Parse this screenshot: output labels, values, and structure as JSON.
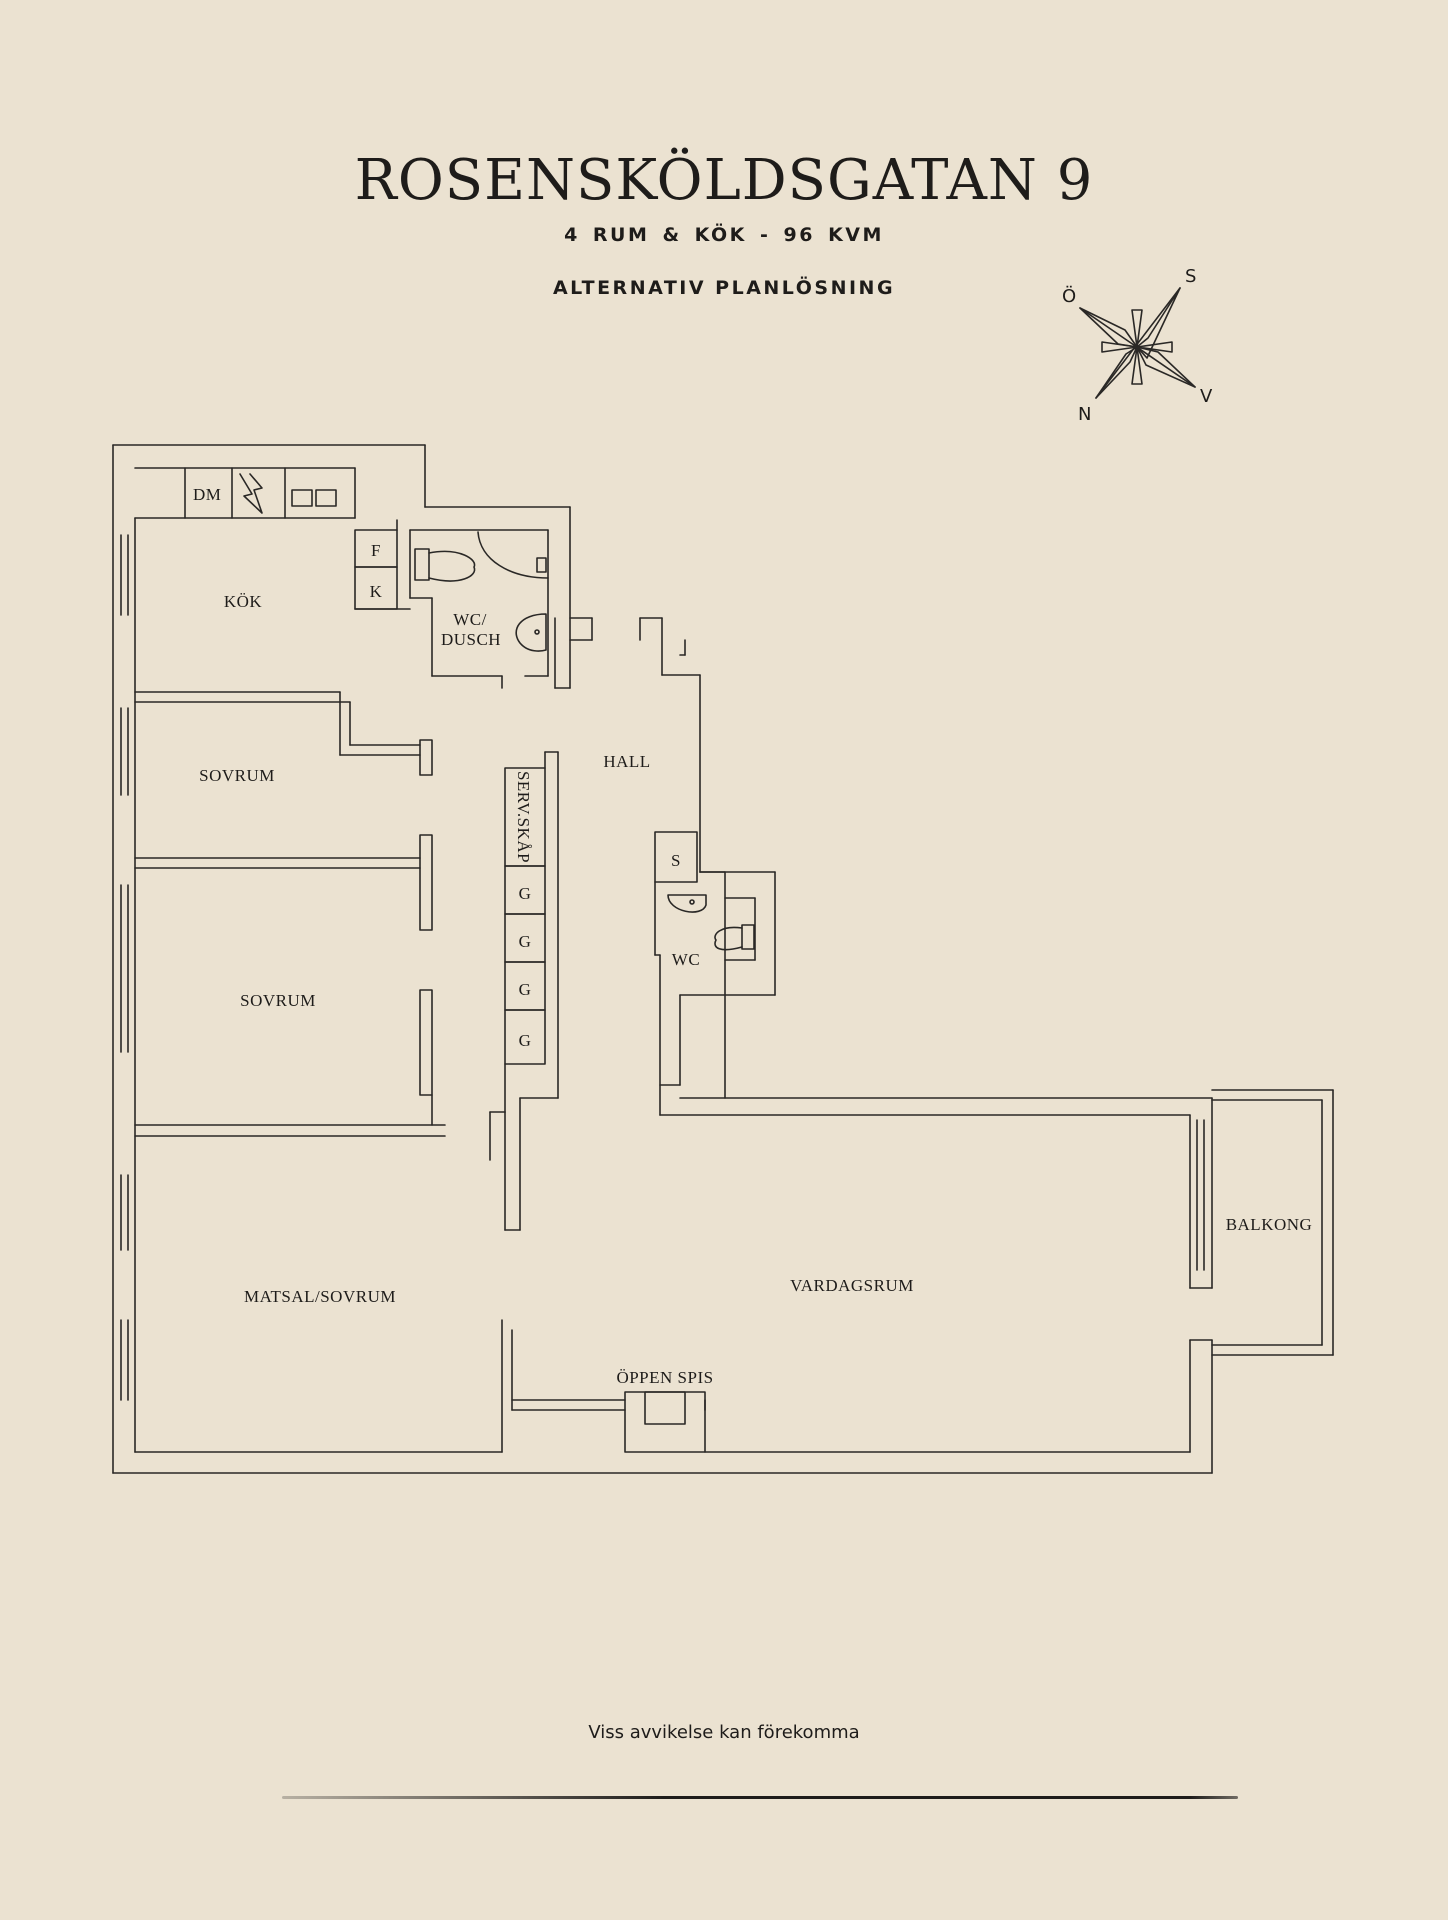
{
  "header": {
    "title": "ROSENSKÖLDSGATAN 9",
    "summary": "4 RUM & KÖK  -  96 KVM",
    "variant": "ALTERNATIV PLANLÖSNING"
  },
  "compass": {
    "north": "N",
    "south": "S",
    "east": "Ö",
    "west": "V"
  },
  "rooms": {
    "kitchen": "KÖK",
    "dishwasher": "DM",
    "freezer": "F",
    "fridge": "K",
    "wc_shower_line1": "WC/",
    "wc_shower_line2": "DUSCH",
    "bedroom1": "SOVRUM",
    "bedroom2": "SOVRUM",
    "hall": "HALL",
    "service_cabinet": "SERV.SKÅP",
    "wardrobe1": "G",
    "wardrobe2": "G",
    "wardrobe3": "G",
    "wardrobe4": "G",
    "storage": "S",
    "wc": "WC",
    "dining": "MATSAL/SOVRUM",
    "living": "VARDAGSRUM",
    "fireplace": "ÖPPEN SPIS",
    "balcony": "BALKONG"
  },
  "footer": {
    "disclaimer": "Viss avvikelse kan förekomma"
  }
}
